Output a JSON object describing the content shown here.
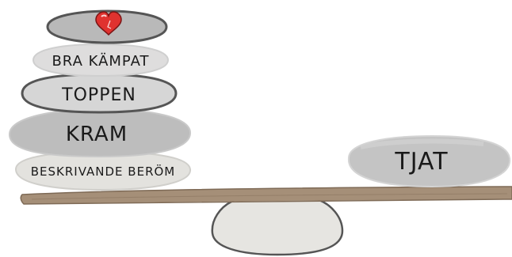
{
  "stack": {
    "stones": [
      {
        "id": "heart-stone",
        "label": ""
      },
      {
        "id": "bra-kampat",
        "label": "BRA KÄMPAT"
      },
      {
        "id": "toppen",
        "label": "TOPPEN"
      },
      {
        "id": "kram",
        "label": "KRAM"
      },
      {
        "id": "beskrivande-berom",
        "label": "BESKRIVANDE BERÖM"
      }
    ],
    "heart_icon": "heart-icon"
  },
  "counterweight": {
    "label": "TJAT"
  },
  "colors": {
    "stone_dark": "#b3b3b3",
    "stone_mid": "#c4c4c4",
    "stone_light": "#d9d8d4",
    "stone_outline": "#555555",
    "plank": "#a58f78",
    "plank_edge": "#7e6a56",
    "fulcrum": "#e6e5e1",
    "heart": "#e0322f"
  }
}
